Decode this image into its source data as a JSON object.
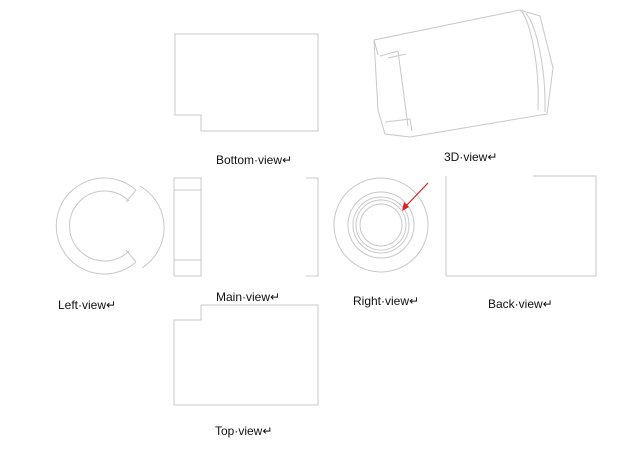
{
  "views": {
    "bottom": "Bottom·view↵",
    "view3d": "3D·view↵",
    "left": "Left·view↵",
    "main": "Main·view↵",
    "right": "Right·view↵",
    "back": "Back·view↵",
    "top": "Top·view↵"
  },
  "colors": {
    "line": "#c8c8c8",
    "arrow": "#e02020",
    "text": "#111111"
  }
}
